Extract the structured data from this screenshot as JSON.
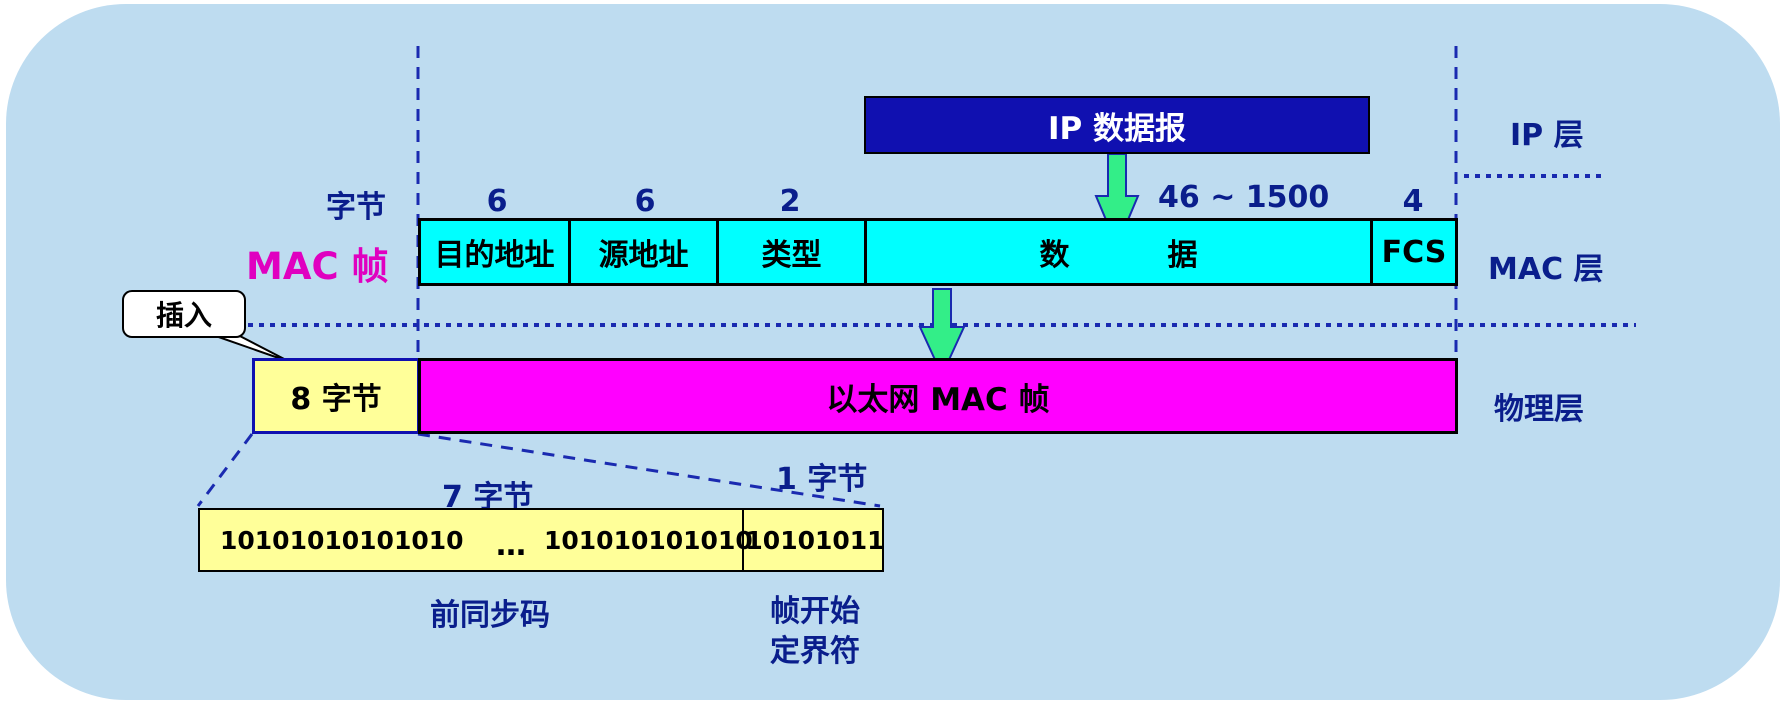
{
  "ip_datagram": {
    "label": "IP 数据报"
  },
  "byte_unit_label": "字节",
  "mac_frame_label": "MAC 帧",
  "insert_label": "插入",
  "byte_counts": {
    "dest": "6",
    "src": "6",
    "type": "2",
    "data": "46 ~ 1500",
    "fcs": "4"
  },
  "mac_fields": {
    "dest": "目的地址",
    "src": "源地址",
    "type": "类型",
    "data_1": "数",
    "data_2": "据",
    "fcs": "FCS"
  },
  "physical": {
    "preamble_block": "8 字节",
    "ethernet_frame": "以太网 MAC 帧"
  },
  "preamble_detail": {
    "seven_bytes": "7 字节",
    "one_byte": "1 字节",
    "bits_left": "10101010101010",
    "ellipsis": "…",
    "bits_right": "101010101010",
    "sfd_bits": "10101011",
    "preamble_caption": "前同步码",
    "sfd_caption_line1": "帧开始",
    "sfd_caption_line2": "定界符"
  },
  "layers": {
    "ip": "IP 层",
    "mac": "MAC 层",
    "physical": "物理层"
  },
  "colors": {
    "background": "#bedcf0",
    "ip_datagram": "#1010b0",
    "mac_fields": "#00ffff",
    "ethernet_frame": "#ff00ff",
    "preamble": "#ffff99",
    "arrow": "#33ee88",
    "label_text": "#0a1e8c",
    "mac_frame_label": "#e000c0"
  }
}
